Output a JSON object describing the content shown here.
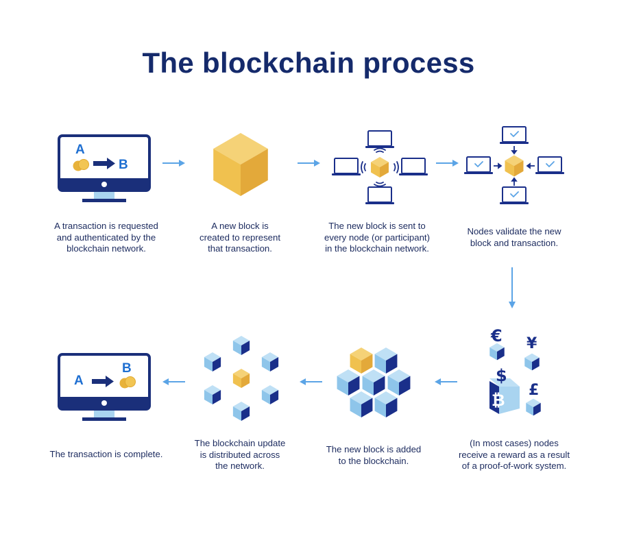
{
  "title": "The blockchain process",
  "colors": {
    "navy": "#1a2f7a",
    "title": "#152a6b",
    "blue_accent": "#1f6fd1",
    "light_blue": "#a9d4f0",
    "mid_blue": "#8ec5ea",
    "gold_top": "#f5d277",
    "gold_left": "#f0c14f",
    "gold_right": "#e3a93a",
    "arrow": "#5ba4e6"
  },
  "steps": [
    {
      "id": 1,
      "caption": "A transaction is requested\nand authenticated by the\nblockchain network.",
      "icon": "monitor-transaction-icon",
      "label_a": "A",
      "label_b": "B"
    },
    {
      "id": 2,
      "caption": "A new block is\ncreated to represent\nthat transaction.",
      "icon": "gold-block-icon"
    },
    {
      "id": 3,
      "caption": "The new block is sent to\nevery node (or participant)\nin the blockchain network.",
      "icon": "broadcast-nodes-icon"
    },
    {
      "id": 4,
      "caption": "Nodes validate the new\nblock and transaction.",
      "icon": "validate-nodes-icon"
    },
    {
      "id": 5,
      "caption": "(In most cases) nodes\nreceive a reward as a result\nof a proof-of-work system.",
      "icon": "currency-reward-icon",
      "symbols": [
        "€",
        "¥",
        "$",
        "£",
        "₿"
      ]
    },
    {
      "id": 6,
      "caption": "The new block is added\nto the blockchain.",
      "icon": "block-cluster-icon"
    },
    {
      "id": 7,
      "caption": "The blockchain update\nis distributed across\nthe network.",
      "icon": "distributed-blocks-icon"
    },
    {
      "id": 8,
      "caption": "The transaction is complete.",
      "icon": "monitor-complete-icon",
      "label_a": "A",
      "label_b": "B"
    }
  ]
}
